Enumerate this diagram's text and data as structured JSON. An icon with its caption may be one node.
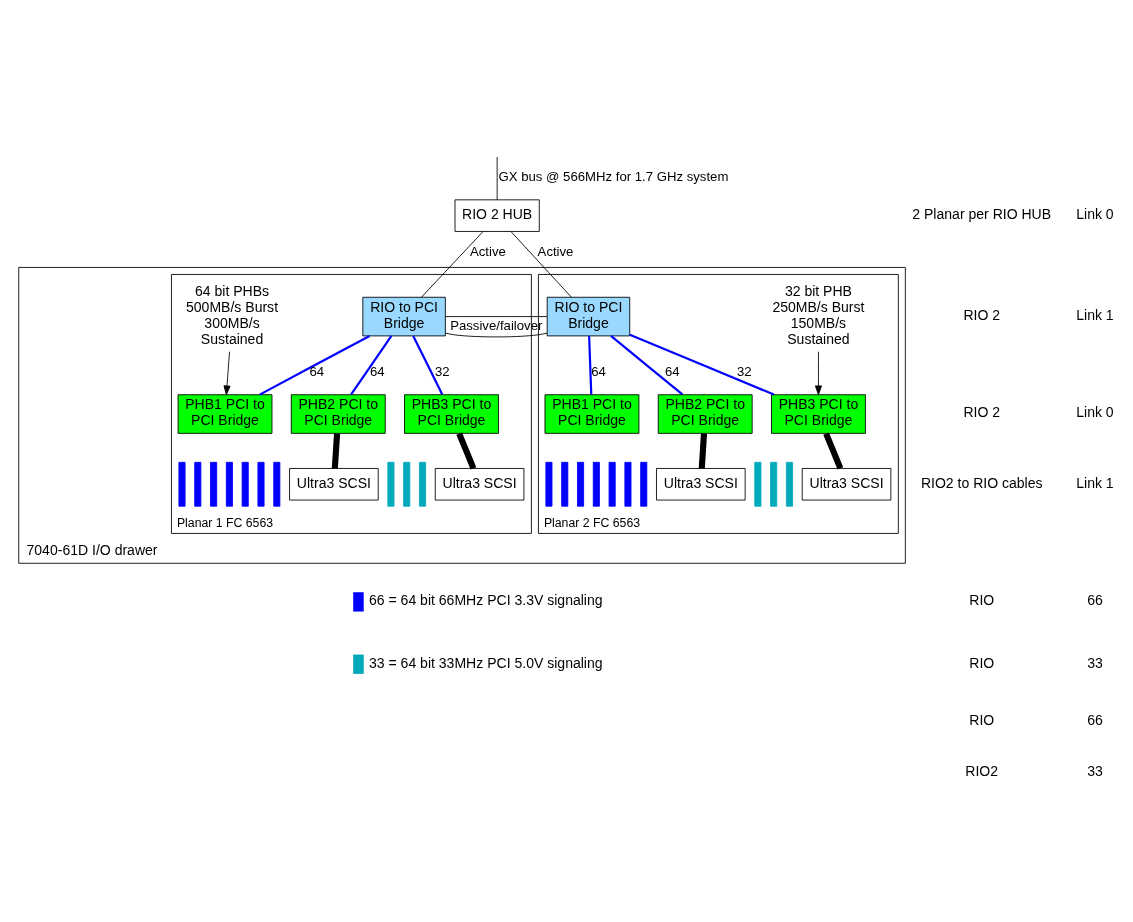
{
  "diagram": {
    "nodes": [
      {
        "text": [
          "RIO 2 HUB"
        ]
      },
      {
        "text": [
          "7040-61D I/O drawer"
        ]
      },
      {
        "text": [
          "Planar 1 FC 6563"
        ],
        "in": 1
      },
      {
        "text": [
          "64 bit PHBs 500MB/s Burst 300MB/s Sustained"
        ],
        "in": 2
      },
      {
        "text": [
          "RIO to PCI Bridge"
        ],
        "in": 2
      },
      {
        "text": [
          "PHB1 PCI to PCI Bridge"
        ],
        "in": 2
      },
      {
        "text": [
          "PHB2 PCI to PCI Bridge"
        ],
        "in": 2
      },
      {
        "text": [
          "PHB3 PCI to PCI Bridge"
        ],
        "in": 2
      },
      {
        "text": [],
        "shape": "bar",
        "in": 2
      },
      {
        "text": [],
        "shape": "bar",
        "in": 2
      },
      {
        "text": [],
        "shape": "bar",
        "in": 2
      },
      {
        "text": [],
        "shape": "bar",
        "in": 2
      },
      {
        "text": [],
        "shape": "bar",
        "in": 2
      },
      {
        "text": [],
        "shape": "bar",
        "in": 2
      },
      {
        "text": [],
        "shape": "bar",
        "in": 2
      },
      {
        "text": [],
        "shape": "bar",
        "in": 2
      },
      {
        "text": [],
        "shape": "bar",
        "in": 2
      },
      {
        "text": [],
        "shape": "bar",
        "in": 2
      },
      {
        "text": [
          "Ultra3 SCSI"
        ],
        "in": 2
      },
      {
        "text": [
          "Ultra3 SCSI"
        ],
        "in": 2
      },
      {
        "text": [
          "Planar 2 FC 6563"
        ],
        "in": 1
      },
      {
        "text": [
          "32 bit PHB 250MB/s Burst 150MB/s Sustained"
        ],
        "in": 20
      },
      {
        "text": [
          "RIO to PCI Bridge"
        ],
        "in": 20
      },
      {
        "text": [
          "PHB1 PCI to PCI Bridge"
        ],
        "in": 20
      },
      {
        "text": [
          "PHB2 PCI to PCI Bridge"
        ],
        "in": 20
      },
      {
        "text": [
          "PHB3 PCI to PCI Bridge"
        ],
        "in": 20
      },
      {
        "text": [],
        "shape": "bar",
        "in": 20
      },
      {
        "text": [],
        "shape": "bar",
        "in": 20
      },
      {
        "text": [],
        "shape": "bar",
        "in": 20
      },
      {
        "text": [],
        "shape": "bar",
        "in": 20
      },
      {
        "text": [],
        "shape": "bar",
        "in": 20
      },
      {
        "text": [],
        "shape": "bar",
        "in": 20
      },
      {
        "text": [],
        "shape": "bar",
        "in": 20
      },
      {
        "text": [],
        "shape": "bar",
        "in": 20
      },
      {
        "text": [],
        "shape": "bar",
        "in": 20
      },
      {
        "text": [],
        "shape": "bar",
        "in": 20
      },
      {
        "text": [
          "Ultra3 SCSI"
        ],
        "in": 20
      },
      {
        "text": [
          "Ultra3 SCSI"
        ],
        "in": 20
      }
    ],
    "edges": [
      {
        "from": null,
        "to": 0,
        "arrow": "none",
        "label": "GX bus @ 566MHz for 1.7 GHz system"
      },
      {
        "from": 0,
        "to": 4,
        "arrow": "none",
        "label": "Active"
      },
      {
        "from": 0,
        "to": 22,
        "arrow": "none",
        "label": "Active"
      },
      {
        "from": 4,
        "to": 22,
        "arrow": "none",
        "label": "Passive/failover"
      },
      {
        "from": 3,
        "to": 5,
        "arrow": "to"
      },
      {
        "from": 4,
        "to": 5,
        "arrow": "none",
        "label": "64",
        "color": "#0000ff"
      },
      {
        "from": 4,
        "to": 6,
        "arrow": "none",
        "label": "64",
        "color": "#0000ff"
      },
      {
        "from": 4,
        "to": 7,
        "arrow": "none",
        "label": "32",
        "color": "#0000ff"
      },
      {
        "from": 6,
        "to": 18,
        "arrow": "none",
        "style": "thick"
      },
      {
        "from": 7,
        "to": 19,
        "arrow": "none",
        "style": "thick"
      },
      {
        "from": 21,
        "to": 25,
        "arrow": "to"
      },
      {
        "from": 22,
        "to": 23,
        "arrow": "none",
        "label": "64",
        "color": "#0000ff"
      },
      {
        "from": 22,
        "to": 24,
        "arrow": "none",
        "label": "64",
        "color": "#0000ff"
      },
      {
        "from": 22,
        "to": 25,
        "arrow": "none",
        "label": "32",
        "color": "#0000ff"
      },
      {
        "from": 24,
        "to": 36,
        "arrow": "none",
        "style": "thick"
      },
      {
        "from": 25,
        "to": 37,
        "arrow": "none",
        "style": "thick"
      }
    ],
    "labels": [
      "2 Planar per RIO HUB",
      "RIO 2",
      "RIO 2",
      "RIO2 to RIO cables",
      "RIO",
      "RIO",
      "RIO",
      "RIO2",
      "Link 0",
      "Link 1",
      "Link 0",
      "Link 1",
      "66",
      "33",
      "66",
      "33"
    ],
    "legend": [
      {
        "text": "66 = 64 bit 66MHz PCI 3.3V signaling",
        "color": "#0000ff"
      },
      {
        "text": "33 = 64 bit 33MHz PCI 5.0V signaling",
        "color": "#00aabb"
      }
    ]
  }
}
